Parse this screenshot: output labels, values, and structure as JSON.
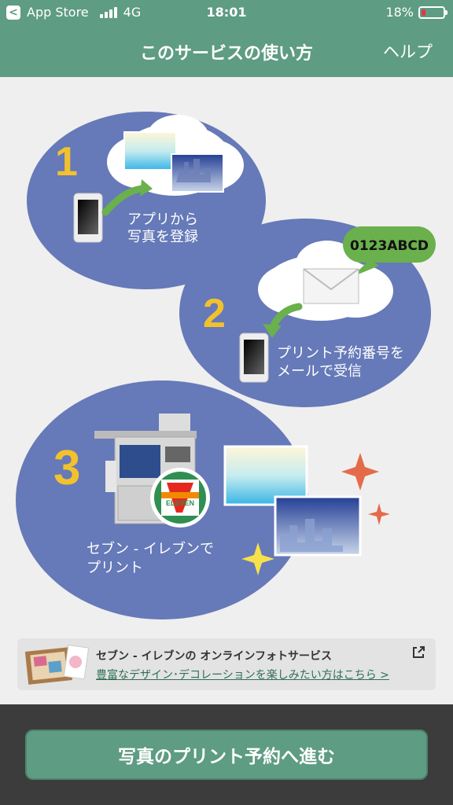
{
  "status_bar": {
    "back_app": "App Store",
    "network": "4G",
    "time": "18:01",
    "battery": "18%",
    "battery_level": 0.18
  },
  "nav": {
    "title": "このサービスの使い方",
    "help": "ヘルプ"
  },
  "steps": [
    {
      "number": "1",
      "line1": "アプリから",
      "line2": "写真を登録"
    },
    {
      "number": "2",
      "line1": "プリント予約番号を",
      "line2": "メールで受信",
      "code": "0123ABCD"
    },
    {
      "number": "3",
      "line1": "セブン - イレブンで",
      "line2": "プリント",
      "store_logo": "ELEVEN"
    }
  ],
  "promo": {
    "title": "セブン - イレブンの オンラインフォトサービス",
    "link": "豊富なデザイン･デコレーションを楽しみたい方はこちら >"
  },
  "cta": {
    "label": "写真のプリント予約へ進む"
  },
  "colors": {
    "brand_green": "#5e9c84",
    "bubble_blue": "#6679b8",
    "step_yellow": "#f2c12e",
    "dark_footer": "#3c3c3c"
  }
}
